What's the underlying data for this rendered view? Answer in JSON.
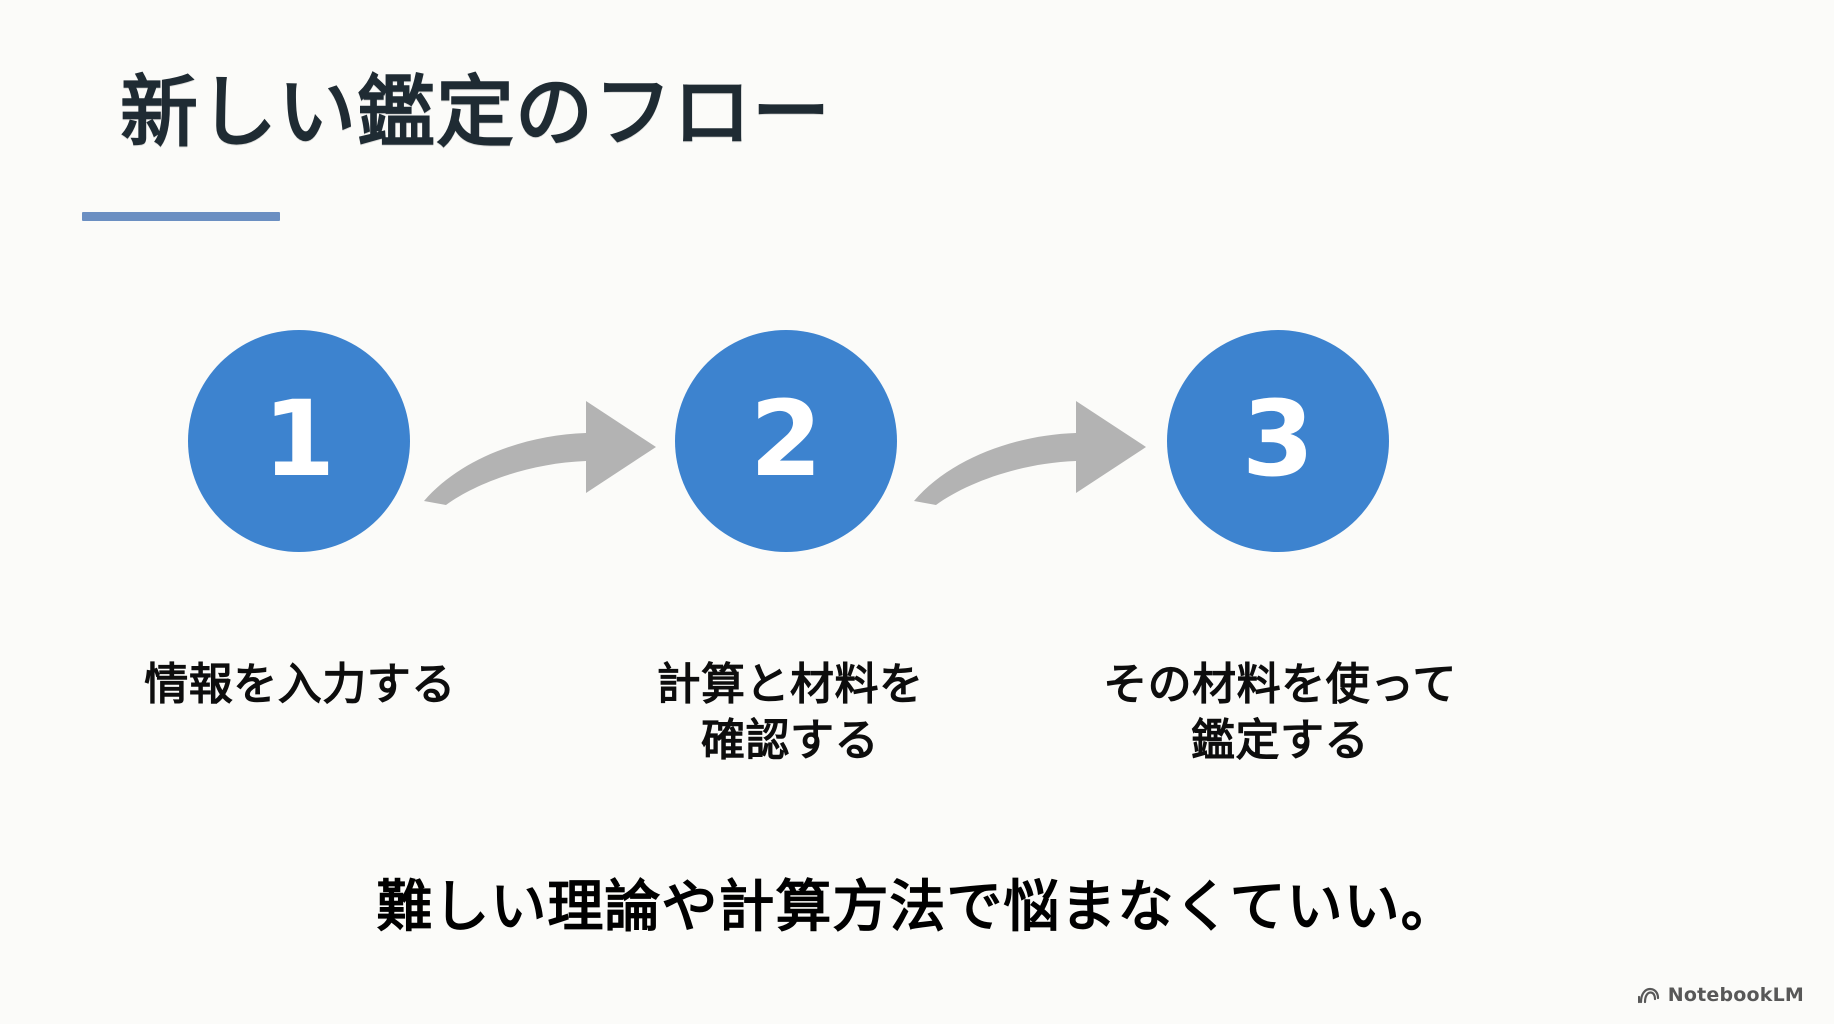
{
  "slide": {
    "title": "新しい鑑定のフロー",
    "background_color": "#fbfbf9",
    "accent_color": "#3d83cf",
    "underline_color": "#6b8fc2",
    "title_color": "#1f2b33",
    "arrow_color": "#b3b3b3",
    "tagline": "難しい理論や計算方法で悩まなくていい。"
  },
  "flow": {
    "steps": [
      {
        "number": "1",
        "caption_lines": [
          "情報を入力する"
        ]
      },
      {
        "number": "2",
        "caption_lines": [
          "計算と材料を",
          "確認する"
        ]
      },
      {
        "number": "3",
        "caption_lines": [
          "その材料を使って",
          "鑑定する"
        ]
      }
    ],
    "arrows": [
      {
        "name": "arrow-step-1-to-2"
      },
      {
        "name": "arrow-step-2-to-3"
      }
    ]
  },
  "watermark": {
    "label": "NotebookLM",
    "icon": "notebooklm-icon"
  }
}
